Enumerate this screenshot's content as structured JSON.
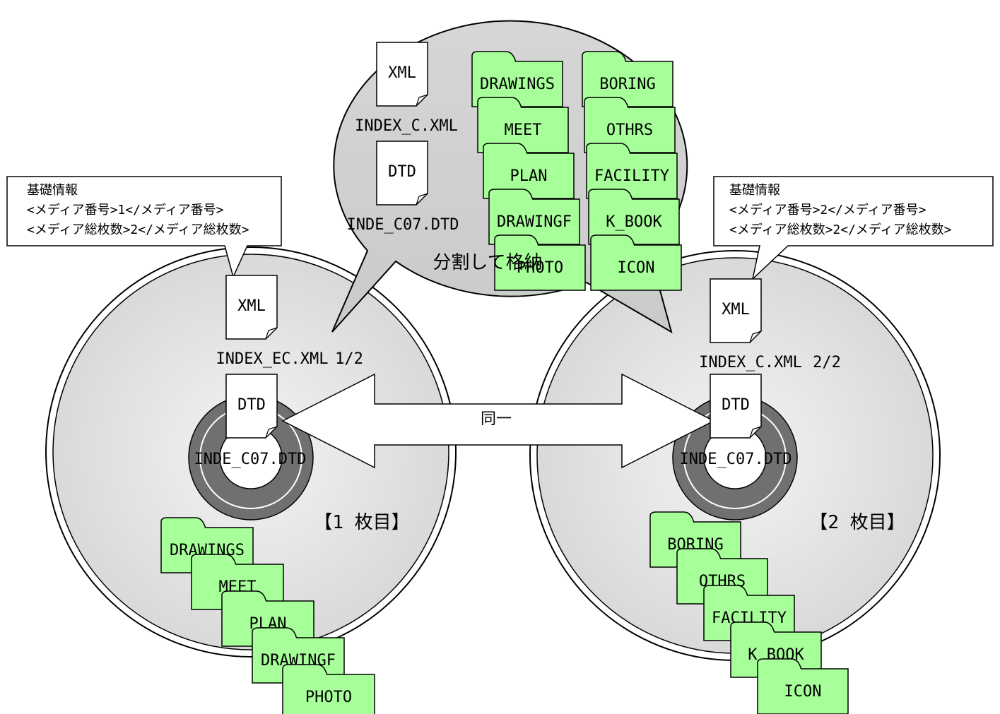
{
  "left_disc": {
    "index_file": {
      "icon": "XML",
      "name": "INDEX_EC.XML"
    },
    "page": "1/2",
    "dtd_file": {
      "icon": "DTD",
      "name": "INDE_C07.DTD"
    },
    "label": "【1 枚目】",
    "folders": [
      "DRAWINGS",
      "MEET",
      "PLAN",
      "DRAWINGF",
      "PHOTO"
    ],
    "note": [
      "基礎情報",
      "<メディア番号>1</メディア番号>",
      "<メディア総枚数>2</メディア総枚数>"
    ]
  },
  "right_disc": {
    "index_file": {
      "icon": "XML",
      "name": "INDEX_C.XML"
    },
    "page": "2/2",
    "dtd_file": {
      "icon": "DTD",
      "name": "INDE_C07.DTD"
    },
    "label": "【2 枚目】",
    "folders": [
      "BORING",
      "OTHRS",
      "FACILITY",
      "K_BOOK",
      "ICON"
    ],
    "note": [
      "基礎情報",
      "<メディア番号>2</メディア番号>",
      "<メディア総枚数>2</メディア総枚数>"
    ]
  },
  "bubble": {
    "xml_file": {
      "icon": "XML",
      "name": "INDEX_C.XML"
    },
    "dtd_file": {
      "icon": "DTD",
      "name": "INDE_C07.DTD"
    },
    "caption": "分割して格納",
    "folders_left": [
      "DRAWINGS",
      "MEET",
      "PLAN",
      "DRAWINGF",
      "PHOTO"
    ],
    "folders_right": [
      "BORING",
      "OTHRS",
      "FACILITY",
      "K_BOOK",
      "ICON"
    ]
  },
  "same_arrow_label": "同一",
  "colors": {
    "folder_fill": "#a6ff99",
    "bubble_fill": "#d0d0d0",
    "disc_fill": "#e6e6e6",
    "hub_ring": "#6f6f6f"
  }
}
